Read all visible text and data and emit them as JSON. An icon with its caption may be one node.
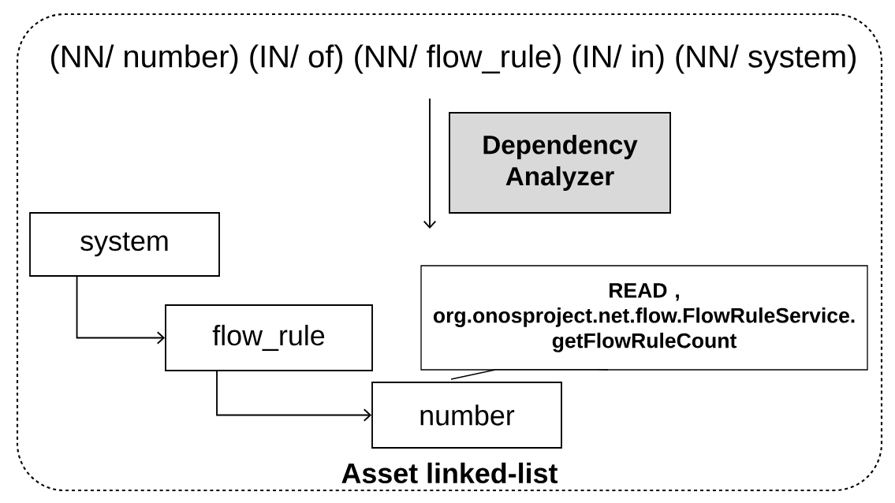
{
  "diagram": {
    "nodes": [
      {
        "text": [
          "Asset linked-list"
        ]
      },
      {
        "text": [
          "(NN/ number) (IN/ of) (NN/ flow_rule) (IN/ in) (NN/ system)"
        ],
        "in": 0
      },
      {
        "text": [
          "Dependency Analyzer"
        ],
        "in": 0
      },
      {
        "text": [
          "system"
        ],
        "in": 0
      },
      {
        "text": [
          "flow_rule"
        ],
        "in": 0
      },
      {
        "text": [
          "number"
        ],
        "in": 0
      },
      {
        "text": [
          "READ , org.onosproject.net.flow.FlowRuleService. getFlowRuleCount"
        ],
        "in": 0
      }
    ],
    "edges": [
      {
        "from": 1,
        "to": null,
        "arrow": "to"
      },
      {
        "from": 3,
        "to": 4,
        "arrow": "to"
      },
      {
        "from": 4,
        "to": 5,
        "arrow": "to"
      }
    ]
  }
}
